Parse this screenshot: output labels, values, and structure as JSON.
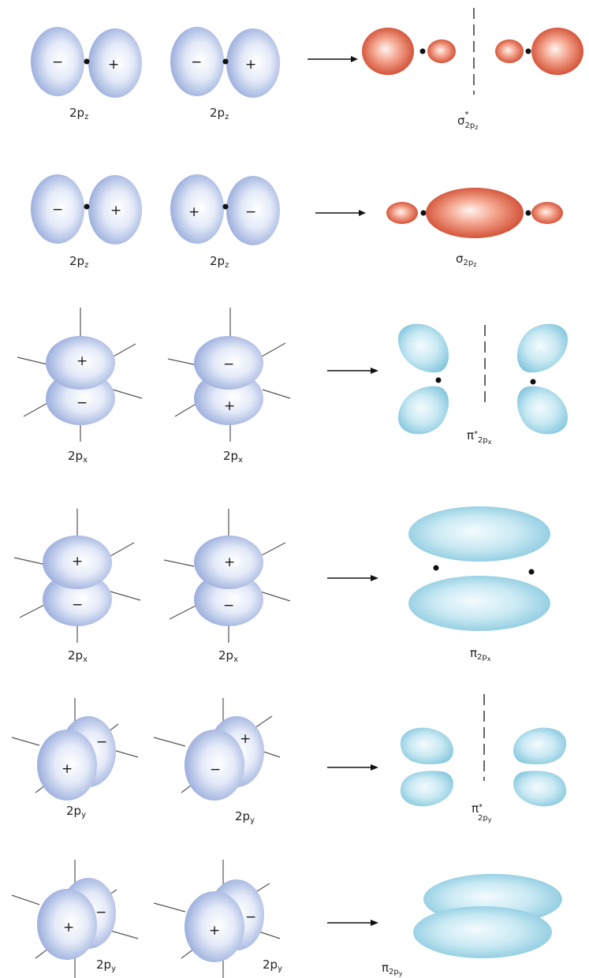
{
  "colors": {
    "atomic_orbital": "#a8b9e6",
    "sigma_mo": "#d84a2b",
    "pi_mo": "#8fd0e4"
  },
  "rows": [
    {
      "left_sign_a": "−",
      "left_sign_b": "+",
      "left_label": "2p",
      "left_sub": "z",
      "right_sign_a": "−",
      "right_sign_b": "+",
      "right_label": "2p",
      "right_sub": "z",
      "mo_symbol": "σ",
      "mo_star": "*",
      "mo_sub": "2p",
      "mo_subsub": "z"
    },
    {
      "left_sign_a": "−",
      "left_sign_b": "+",
      "left_label": "2p",
      "left_sub": "z",
      "right_sign_a": "+",
      "right_sign_b": "−",
      "right_label": "2p",
      "right_sub": "z",
      "mo_symbol": "σ",
      "mo_sub": "2p",
      "mo_subsub": "z"
    },
    {
      "left_sign_a": "+",
      "left_sign_b": "−",
      "left_label": "2p",
      "left_sub": "x",
      "right_sign_a": "−",
      "right_sign_b": "+",
      "right_label": "2p",
      "right_sub": "x",
      "mo_symbol": "π",
      "mo_star": "*",
      "mo_sub": "2p",
      "mo_subsub": "x"
    },
    {
      "left_sign_a": "+",
      "left_sign_b": "−",
      "left_label": "2p",
      "left_sub": "x",
      "right_sign_a": "+",
      "right_sign_b": "−",
      "right_label": "2p",
      "right_sub": "x",
      "mo_symbol": "π",
      "mo_sub": "2p",
      "mo_subsub": "x"
    },
    {
      "left_sign_a": "+",
      "left_sign_b": "−",
      "left_label": "2p",
      "left_sub": "y",
      "right_sign_a": "−",
      "right_sign_b": "+",
      "right_label": "2p",
      "right_sub": "y",
      "mo_symbol": "π",
      "mo_star": "*",
      "mo_sub": "2p",
      "mo_subsub": "y"
    },
    {
      "left_sign_a": "+",
      "left_sign_b": "−",
      "left_label": "2p",
      "left_sub": "y",
      "right_sign_a": "+",
      "right_sign_b": "−",
      "right_label": "2p",
      "right_sub": "y",
      "mo_symbol": "π",
      "mo_sub": "2p",
      "mo_subsub": "y"
    }
  ]
}
